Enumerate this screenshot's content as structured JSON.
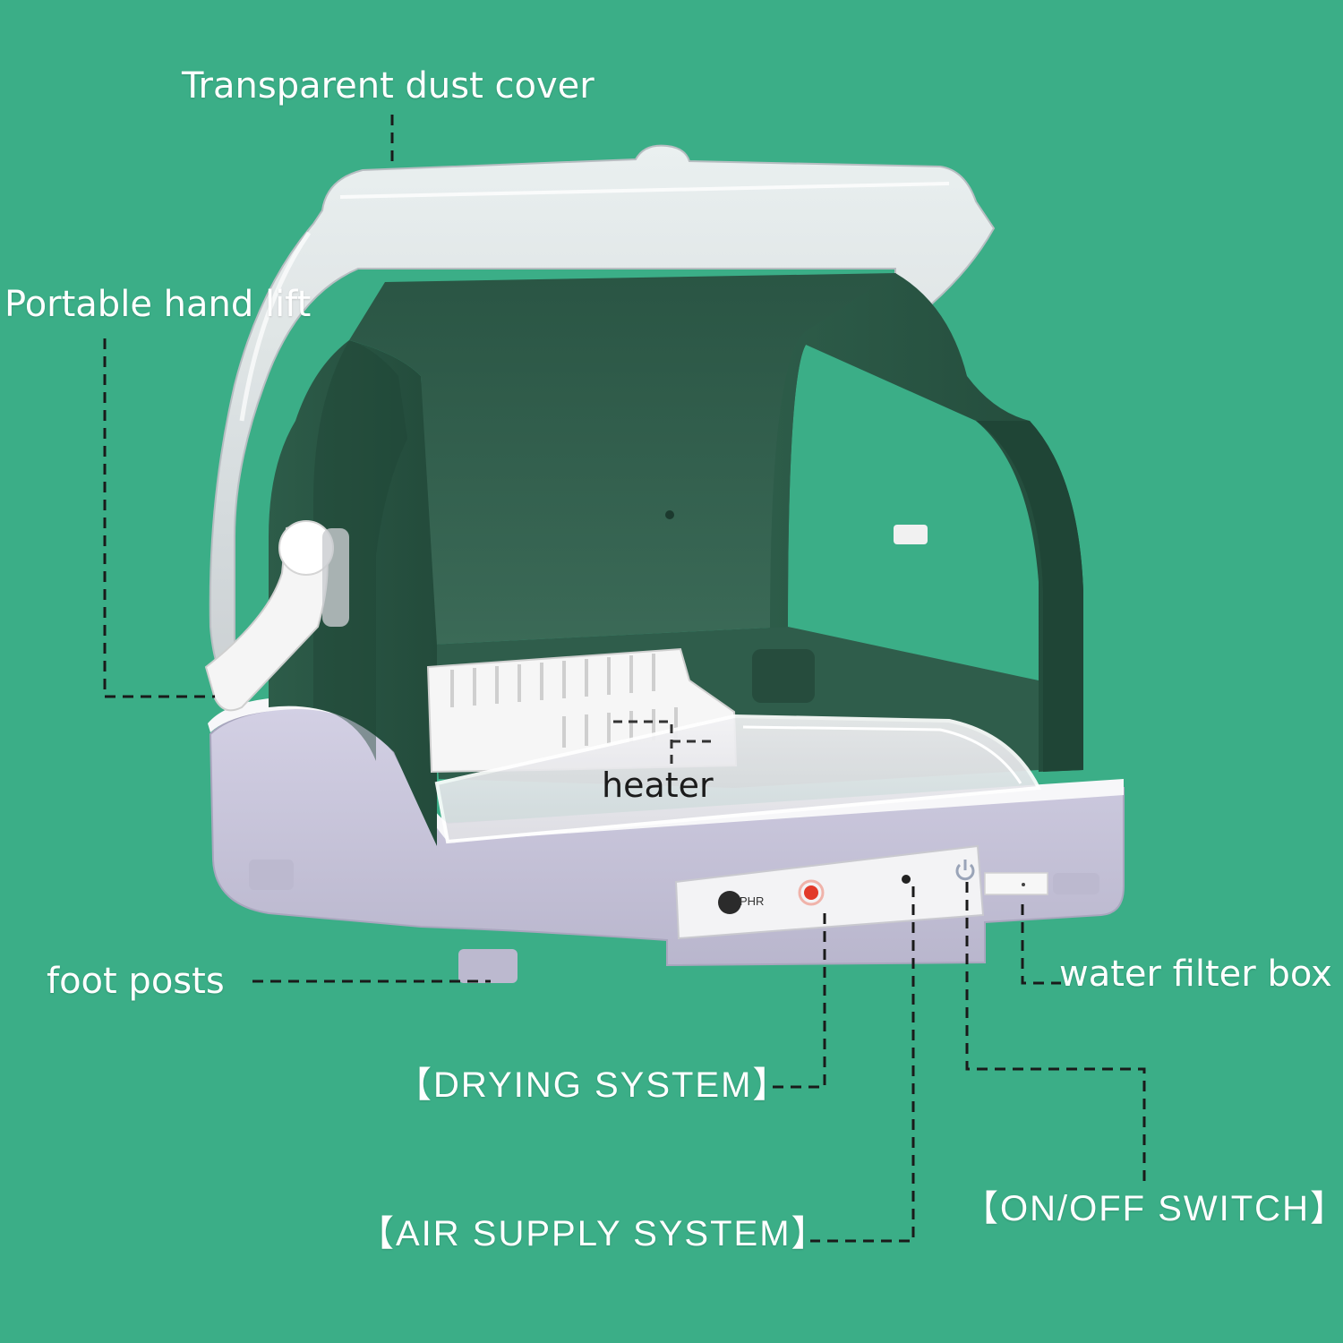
{
  "background_color": "#3bae87",
  "product_colors": {
    "cabinet_green": "#2c5a47",
    "base_lavender": "#c9c6dc",
    "cover_clear": "#e6e6ea"
  },
  "labels": {
    "dust_cover": "Transparent dust cover",
    "hand_lift": "Portable hand lift",
    "heater": "heater",
    "foot_posts": "foot posts",
    "water_filter": "water filter box",
    "drying_system": "【DRYING SYSTEM】",
    "air_supply": "【AIR SUPPLY SYSTEM】",
    "on_off": "【ON/OFF SWITCH】"
  },
  "control_panel": {
    "logo": "PHR"
  }
}
